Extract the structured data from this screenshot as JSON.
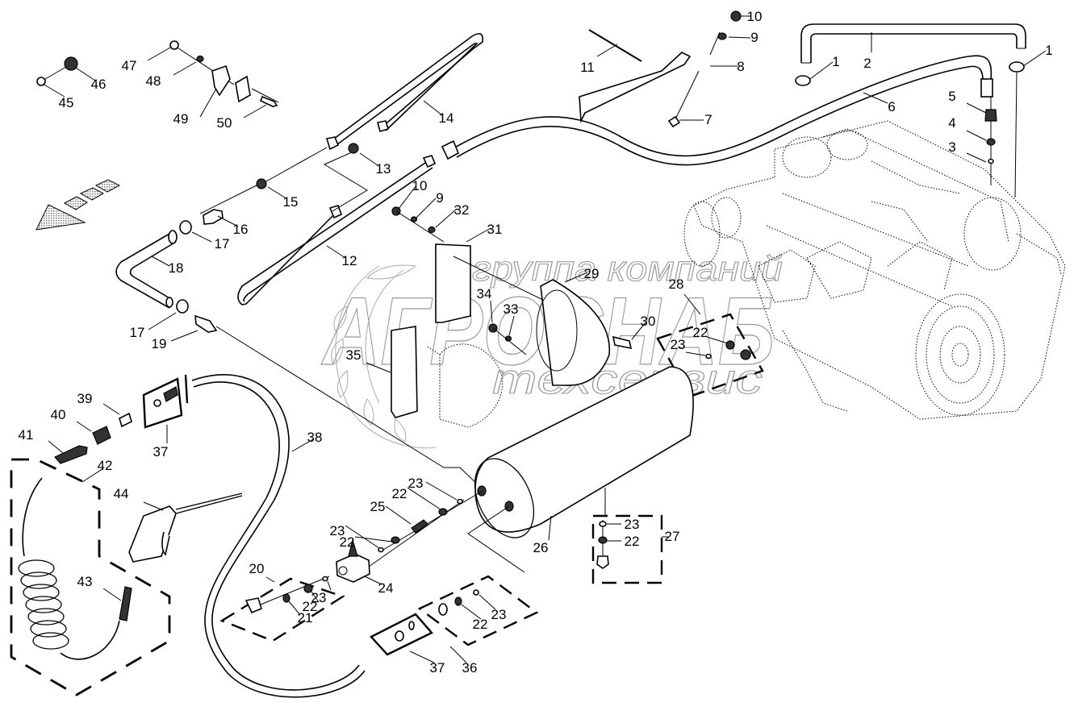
{
  "diagram": {
    "type": "exploded-parts-diagram",
    "subject": "Compressed air system: air tank, lines, blow gun and engine connection",
    "watermark": {
      "line1": "группа компаний",
      "line2": "АГРОСНАБ",
      "line3": "техсервис"
    },
    "direction_arrow": "travel-direction-arrow",
    "callouts": [
      {
        "id": "c1a",
        "label": "1"
      },
      {
        "id": "c1b",
        "label": "1"
      },
      {
        "id": "c2",
        "label": "2"
      },
      {
        "id": "c3",
        "label": "3"
      },
      {
        "id": "c4",
        "label": "4"
      },
      {
        "id": "c5",
        "label": "5"
      },
      {
        "id": "c6",
        "label": "6"
      },
      {
        "id": "c7",
        "label": "7"
      },
      {
        "id": "c8",
        "label": "8"
      },
      {
        "id": "c9a",
        "label": "9"
      },
      {
        "id": "c10a",
        "label": "10"
      },
      {
        "id": "c11",
        "label": "11"
      },
      {
        "id": "c12",
        "label": "12"
      },
      {
        "id": "c13",
        "label": "13"
      },
      {
        "id": "c14",
        "label": "14"
      },
      {
        "id": "c15",
        "label": "15"
      },
      {
        "id": "c16",
        "label": "16"
      },
      {
        "id": "c17a",
        "label": "17"
      },
      {
        "id": "c17b",
        "label": "17"
      },
      {
        "id": "c18",
        "label": "18"
      },
      {
        "id": "c19",
        "label": "19"
      },
      {
        "id": "c20",
        "label": "20"
      },
      {
        "id": "c21",
        "label": "21"
      },
      {
        "id": "c22a",
        "label": "22"
      },
      {
        "id": "c22b",
        "label": "22"
      },
      {
        "id": "c22c",
        "label": "22"
      },
      {
        "id": "c22d",
        "label": "22"
      },
      {
        "id": "c22e",
        "label": "22"
      },
      {
        "id": "c22f",
        "label": "22"
      },
      {
        "id": "c23a",
        "label": "23"
      },
      {
        "id": "c23b",
        "label": "23"
      },
      {
        "id": "c23c",
        "label": "23"
      },
      {
        "id": "c23d",
        "label": "23"
      },
      {
        "id": "c23e",
        "label": "23"
      },
      {
        "id": "c23f",
        "label": "23"
      },
      {
        "id": "c24",
        "label": "24"
      },
      {
        "id": "c25",
        "label": "25"
      },
      {
        "id": "c26",
        "label": "26"
      },
      {
        "id": "c27",
        "label": "27"
      },
      {
        "id": "c28",
        "label": "28"
      },
      {
        "id": "c29",
        "label": "29"
      },
      {
        "id": "c30",
        "label": "30"
      },
      {
        "id": "c31",
        "label": "31"
      },
      {
        "id": "c32",
        "label": "32"
      },
      {
        "id": "c33",
        "label": "33"
      },
      {
        "id": "c34",
        "label": "34"
      },
      {
        "id": "c35",
        "label": "35"
      },
      {
        "id": "c36",
        "label": "36"
      },
      {
        "id": "c37a",
        "label": "37"
      },
      {
        "id": "c37b",
        "label": "37"
      },
      {
        "id": "c38",
        "label": "38"
      },
      {
        "id": "c39",
        "label": "39"
      },
      {
        "id": "c40",
        "label": "40"
      },
      {
        "id": "c41",
        "label": "41"
      },
      {
        "id": "c42",
        "label": "42"
      },
      {
        "id": "c43",
        "label": "43"
      },
      {
        "id": "c44",
        "label": "44"
      },
      {
        "id": "c45",
        "label": "45"
      },
      {
        "id": "c46",
        "label": "46"
      },
      {
        "id": "c47",
        "label": "47"
      },
      {
        "id": "c48",
        "label": "48"
      },
      {
        "id": "c49",
        "label": "49"
      },
      {
        "id": "c50",
        "label": "50"
      },
      {
        "id": "c9b",
        "label": "9"
      },
      {
        "id": "c10b",
        "label": "10"
      }
    ]
  }
}
